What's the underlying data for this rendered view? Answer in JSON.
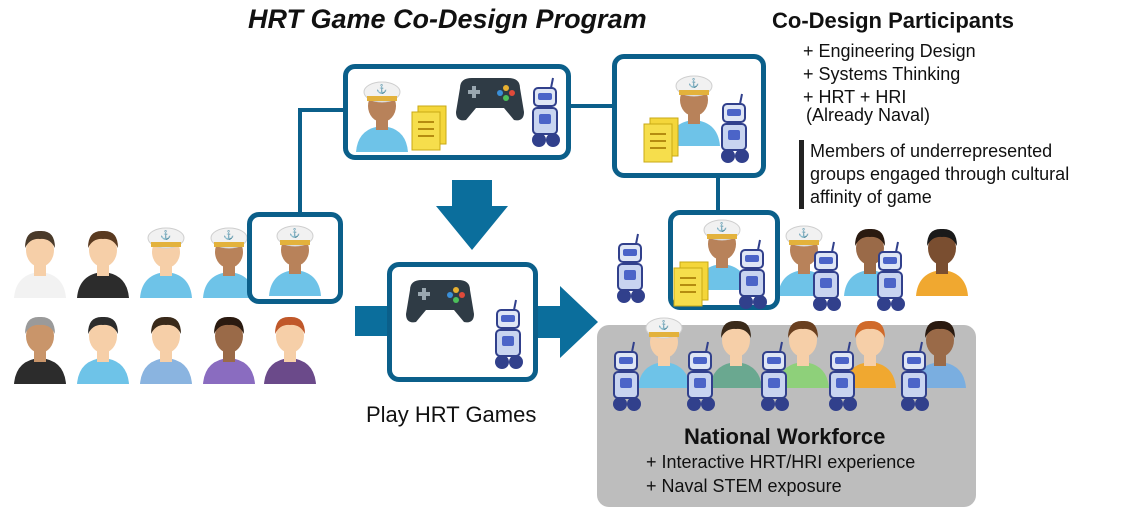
{
  "title": "HRT Game Co-Design Program",
  "participants": {
    "heading": "Co-Design Participants",
    "items": [
      "+ Engineering Design",
      "+ Systems Thinking",
      "+ HRT + HRI"
    ],
    "note": "(Already Naval)",
    "quote": "Members of underrepresented groups engaged through cultural affinity of game"
  },
  "play_label": "Play HRT Games",
  "workforce": {
    "heading": "National Workforce",
    "items": [
      "+ Interactive HRT/HRI experience",
      "+ Naval STEM exposure"
    ]
  },
  "colors": {
    "frame": "#0b5f8a",
    "arrow": "#0b6e9c",
    "workforce_bg": "#bdbdbd"
  },
  "icons": [
    "person-icon",
    "sailor-icon",
    "robot-icon",
    "gamepad-icon",
    "document-icon"
  ]
}
